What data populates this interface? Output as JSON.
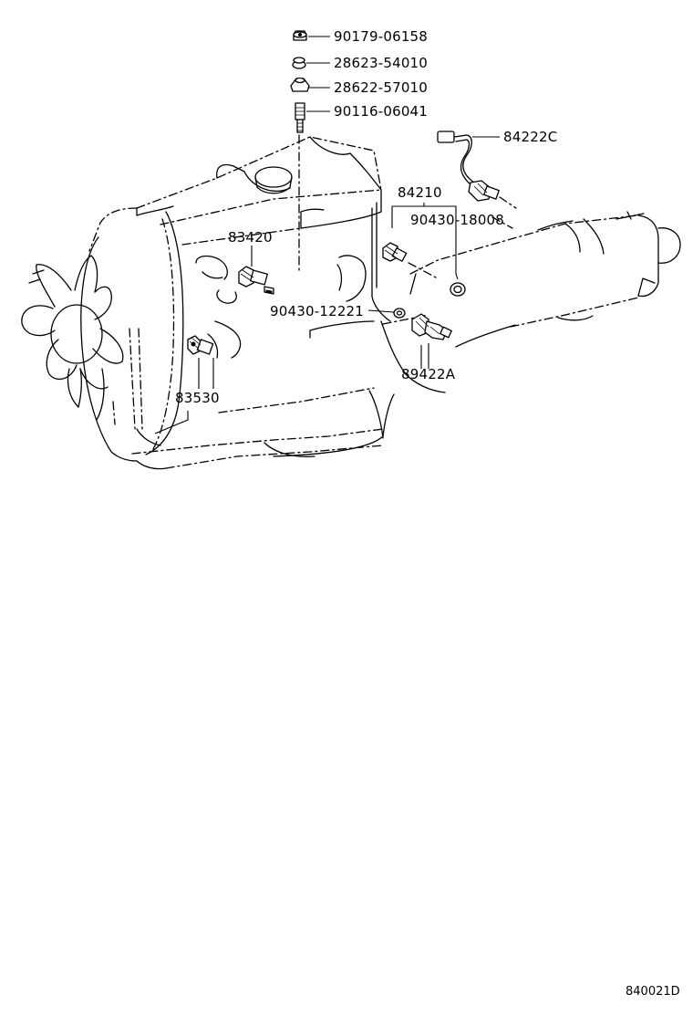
{
  "diagram_code": "840021D",
  "labels": {
    "nut": "90179-06158",
    "cushion_upper": "28623-54010",
    "cushion_lower": "28622-57010",
    "stud_bolt": "90116-06041",
    "o2_sensor": "84222C",
    "switch_assy": "84210",
    "gasket_switch": "90430-18008",
    "oil_pressure_switch": "83420",
    "gasket_sensor": "90430-12221",
    "water_temp_sensor": "89422A",
    "gauge_sender": "83530"
  }
}
